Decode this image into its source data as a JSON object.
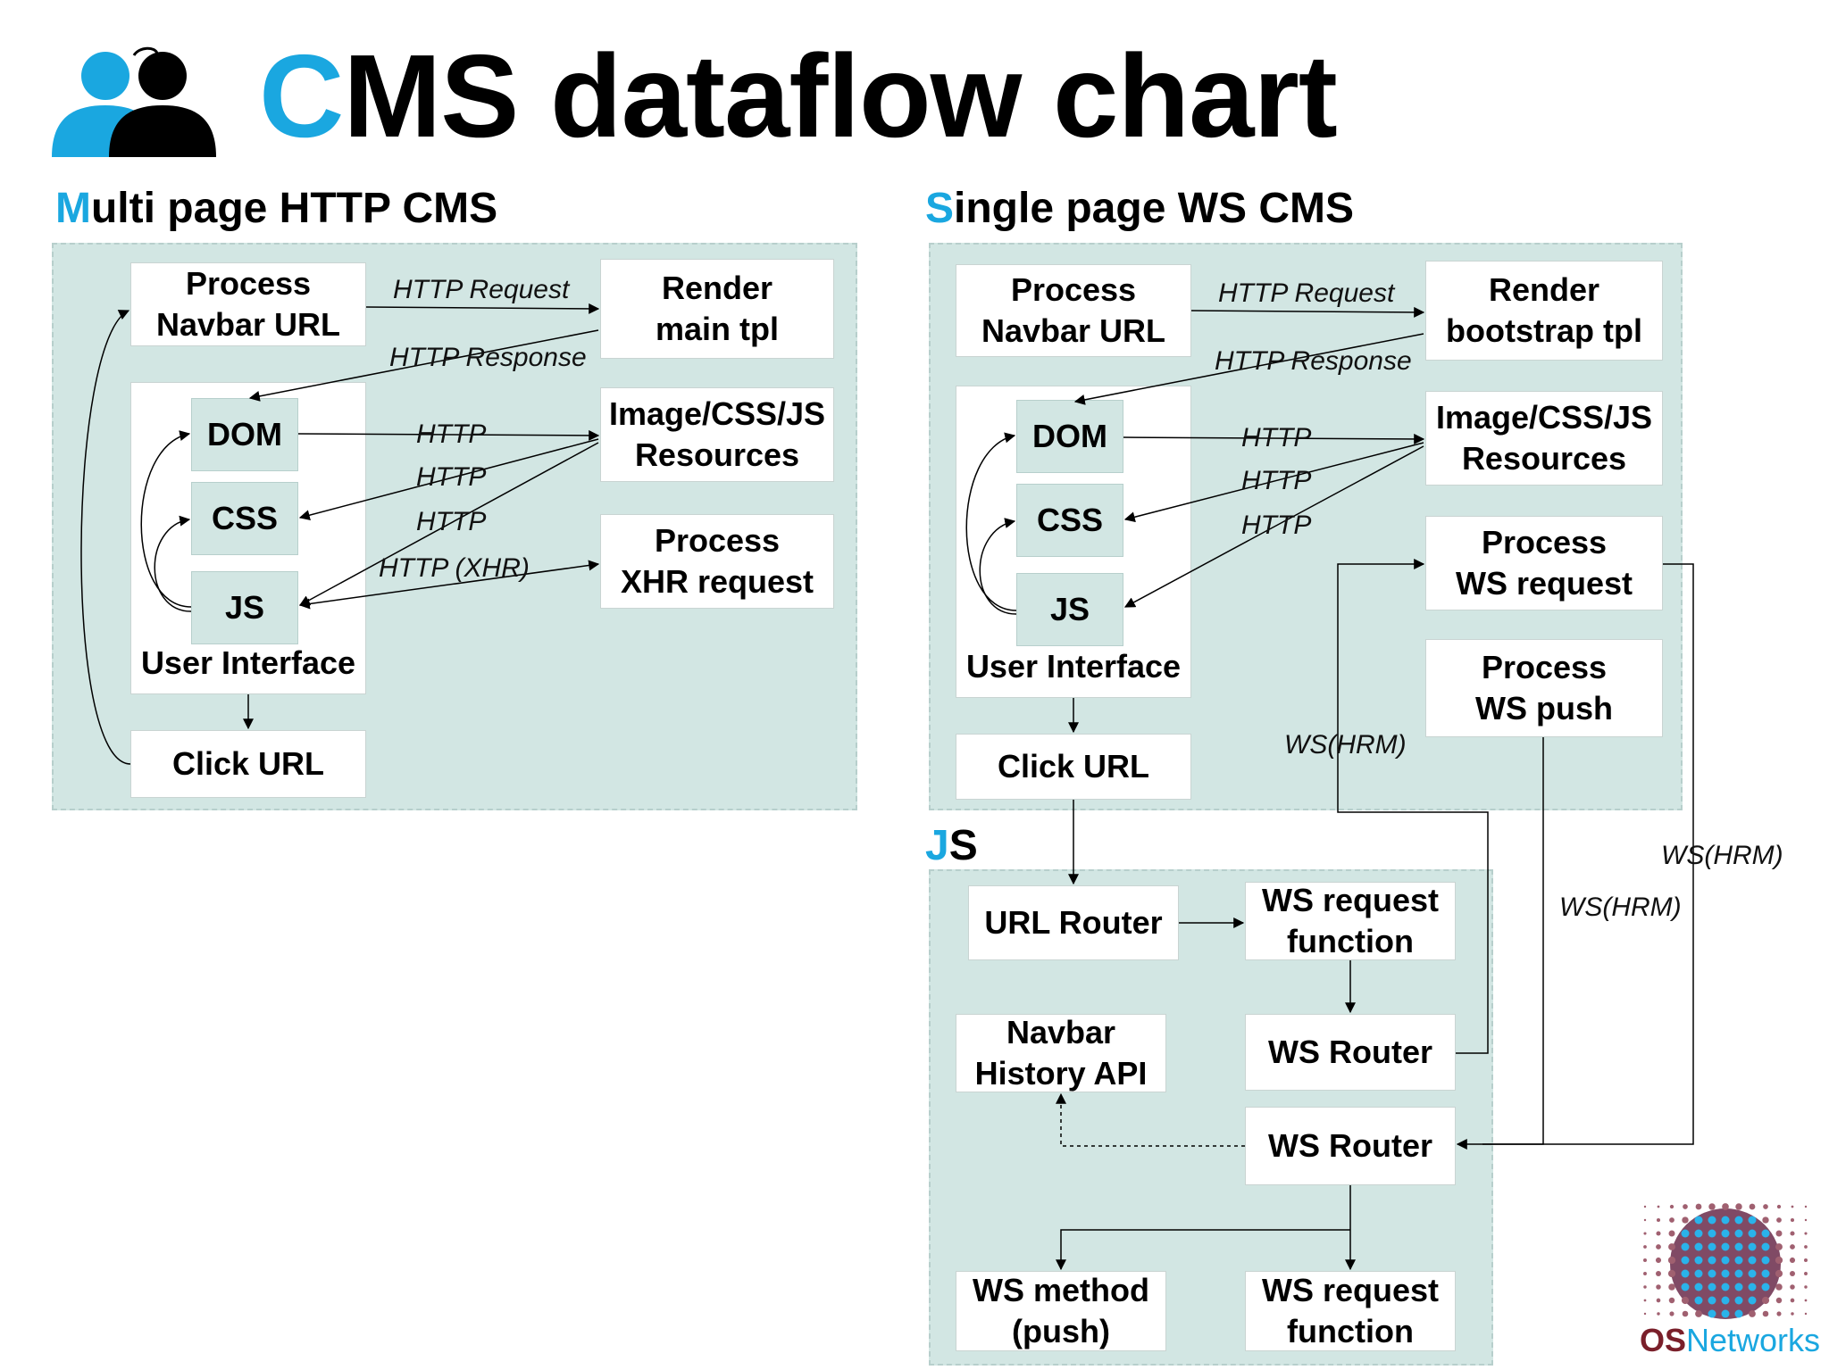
{
  "title": {
    "accent": "C",
    "rest": "MS dataflow chart"
  },
  "left_section": {
    "accent": "M",
    "rest": "ulti page HTTP CMS",
    "process_navbar": "Process\nNavbar URL",
    "render_tpl": "Render\nmain tpl",
    "resources": "Image/CSS/JS\nResources",
    "process_xhr": "Process\nXHR request",
    "dom": "DOM",
    "css": "CSS",
    "js": "JS",
    "user_interface": "User Interface",
    "click_url": "Click URL",
    "edge_http_request": "HTTP Request",
    "edge_http_response": "HTTP Response",
    "edge_http_1": "HTTP",
    "edge_http_2": "HTTP",
    "edge_http_3": "HTTP",
    "edge_http_xhr": "HTTP (XHR)"
  },
  "right_section": {
    "accent": "S",
    "rest": "ingle page WS CMS",
    "process_navbar": "Process\nNavbar URL",
    "render_tpl": "Render\nbootstrap tpl",
    "resources": "Image/CSS/JS\nResources",
    "process_ws_request": "Process\nWS request",
    "process_ws_push": "Process\nWS push",
    "dom": "DOM",
    "css": "CSS",
    "js": "JS",
    "user_interface": "User Interface",
    "click_url": "Click URL",
    "edge_http_request": "HTTP Request",
    "edge_http_response": "HTTP Response",
    "edge_http_1": "HTTP",
    "edge_http_2": "HTTP",
    "edge_http_3": "HTTP",
    "edge_ws_hrm_1": "WS(HRM)",
    "edge_ws_hrm_2": "WS(HRM)",
    "edge_ws_hrm_3": "WS(HRM)"
  },
  "js_section": {
    "accent": "J",
    "rest": "S",
    "url_router": "URL Router",
    "ws_request_function_1": "WS request\nfunction",
    "navbar_history": "Navbar\nHistory API",
    "ws_router_1": "WS Router",
    "ws_router_2": "WS Router",
    "ws_method_push": "WS method\n(push)",
    "ws_request_function_2": "WS request\nfunction"
  },
  "logo": {
    "strong": "OS",
    "rest": "Networks"
  },
  "colors": {
    "accent": "#1aa7e0",
    "panel": "#d2e6e3",
    "logo_dark": "#7a1f2a"
  }
}
